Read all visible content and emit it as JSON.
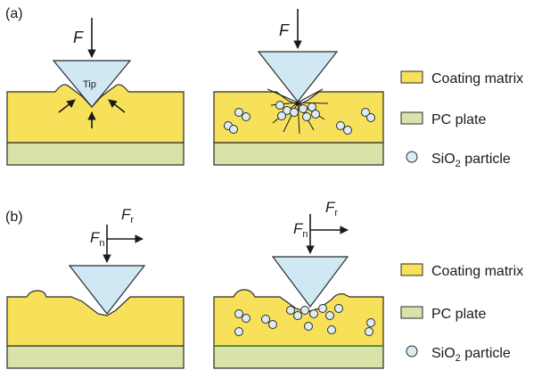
{
  "panels": {
    "a": {
      "label": "(a)",
      "left": {
        "force_label": "F",
        "tip_label": "Tip"
      },
      "right": {
        "force_label": "F"
      }
    },
    "b": {
      "label": "(b)",
      "left": {
        "normal_force_label": "F",
        "normal_force_sub": "n",
        "tangential_force_label": "F",
        "tangential_force_sub": "r"
      },
      "right": {
        "normal_force_label": "F",
        "normal_force_sub": "n",
        "tangential_force_label": "F",
        "tangential_force_sub": "r"
      }
    }
  },
  "legend": {
    "coating_matrix": "Coating matrix",
    "pc_plate": "PC plate",
    "sio2_prefix": "SiO",
    "sio2_subscript": "2",
    "sio2_suffix": " particle"
  },
  "colors": {
    "coating": "#f7e15a",
    "pc_plate": "#d7e3a8",
    "tip": "#cfe8f3",
    "particle": "#dcecf5",
    "outline": "#2b2b2b"
  }
}
